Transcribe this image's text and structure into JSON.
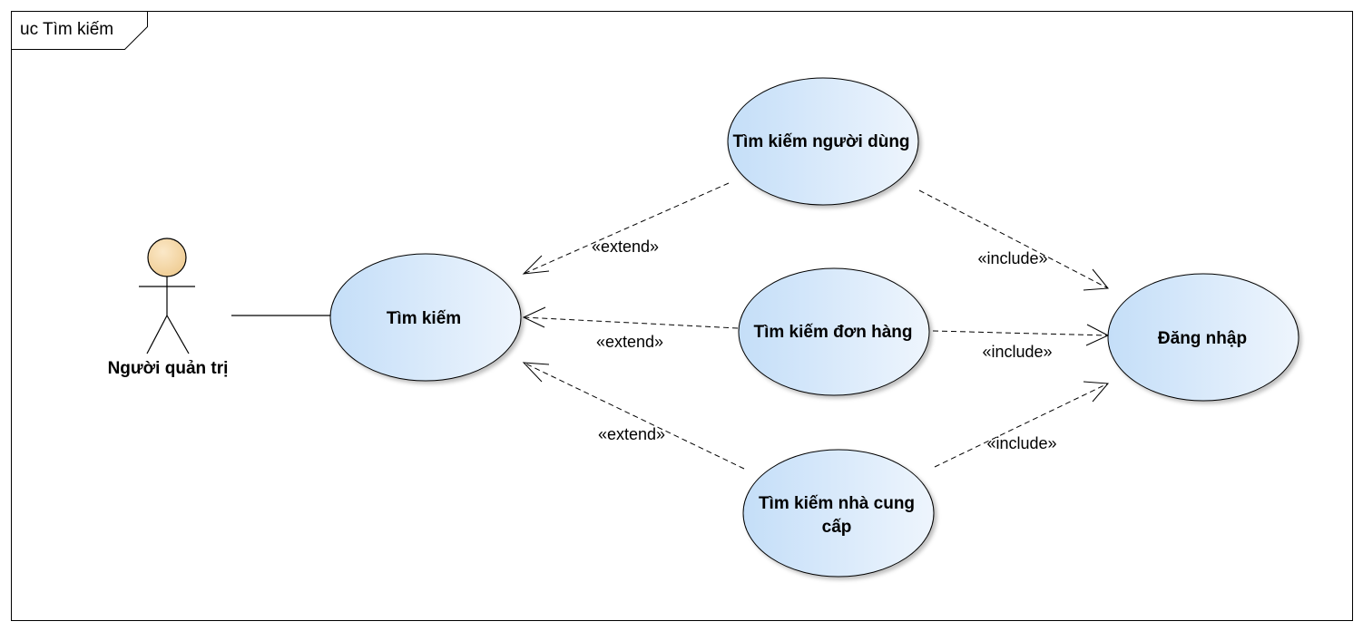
{
  "frame": {
    "title": "uc Tìm kiếm"
  },
  "actor": {
    "name": "Người quản trị"
  },
  "use_cases": {
    "search": "Tìm kiếm",
    "search_users": "Tìm kiếm người dùng",
    "search_orders": "Tìm kiếm đơn hàng",
    "search_suppliers_line1": "Tìm kiếm nhà cung",
    "search_suppliers_line2": "cấp",
    "login": "Đăng nhập"
  },
  "relationships": {
    "extend_users": "«extend»",
    "extend_orders": "«extend»",
    "extend_suppliers": "«extend»",
    "include_users": "«include»",
    "include_orders": "«include»",
    "include_suppliers": "«include»"
  },
  "colors": {
    "usecase_fill_start": "#c4def8",
    "usecase_fill_end": "#eef5fd",
    "actor_head": "#f3d6a4",
    "line": "#000000"
  }
}
